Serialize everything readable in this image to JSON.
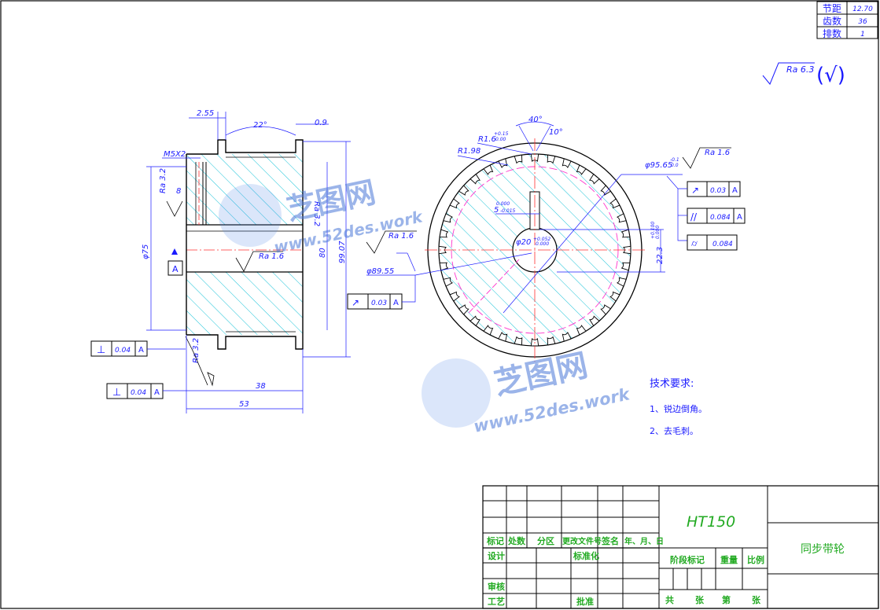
{
  "spec_table": {
    "rows": [
      {
        "label": "节距",
        "value": "12.70"
      },
      {
        "label": "齿数",
        "value": "36"
      },
      {
        "label": "排数",
        "value": "1"
      }
    ]
  },
  "surface_general": {
    "ra": "Ra 6.3",
    "paren": "(√)"
  },
  "front_view": {
    "dims": {
      "d255": "2.55",
      "d22deg": "22°",
      "d09": "0.9",
      "m5x2": "M5X2",
      "ra32a": "Ra 3.2",
      "d8": "8",
      "ra32b": "Ra 3.2",
      "ra16": "Ra 1.6",
      "phi75": "φ75",
      "d80": "80",
      "d9907": "99.07",
      "ra32c": "Ra 3.2",
      "d38": "38",
      "d53": "53",
      "datum_a": "A"
    },
    "gdt_left1": {
      "tol": "0.04",
      "ref": "A"
    },
    "gdt_left2": {
      "tol": "0.04",
      "ref": "A"
    }
  },
  "side_view": {
    "dims": {
      "d40deg": "40°",
      "d10deg": "10°",
      "r16": "R1.6",
      "r16tol_up": "+0.15",
      "r16tol_dn": "0.00",
      "r198": "R1.98",
      "phi9565": "φ95.65",
      "phi9565tol_up": "-0.1",
      "phi9565tol_dn": "0.0",
      "ra16": "Ra 1.6",
      "ra16b": "Ra 1.6",
      "key5": "5",
      "key5tol_up": "0.000",
      "key5tol_dn": "-0.015",
      "bore": "φ20",
      "bore_tol_up": "+0.052",
      "bore_tol_dn": "0.000",
      "d223": "22.3",
      "d223tol_up": "+0.100",
      "d223tol_dn": "0.000",
      "phi8955": "φ89.55"
    },
    "gdt_run1": {
      "tol": "0.03",
      "ref": "A"
    },
    "gdt_par": {
      "tol": "0.084",
      "ref": "A"
    },
    "gdt_cyl": {
      "tol": "0.084"
    },
    "gdt_run2": {
      "tol": "0.03",
      "ref": "A"
    }
  },
  "tech_req": {
    "title": "技术要求:",
    "items": [
      "1、锐边倒角。",
      "2、去毛刺。"
    ]
  },
  "watermark": {
    "brand": "芝图网",
    "url": "www.52des.work"
  },
  "title_block": {
    "material": "HT150",
    "part_name": "同步带轮",
    "header_labels": [
      "标记",
      "处数",
      "分区",
      "更改文件号",
      "签名",
      "年、月、日"
    ],
    "row_labels": {
      "design": "设计",
      "standard": "标准化",
      "review": "审核",
      "process": "工艺",
      "approve": "批准"
    },
    "stage_labels": [
      "阶段标记",
      "重量",
      "比例"
    ],
    "sheet_labels": [
      "共",
      "张",
      "第",
      "张"
    ]
  },
  "colors": {
    "outline": "#000000",
    "dimension": "#1a1aff",
    "hatch": "#00bcd4",
    "centerline": "#ff3030",
    "pitch": "#ff33cc",
    "titleblock_text": "#22aa22"
  }
}
